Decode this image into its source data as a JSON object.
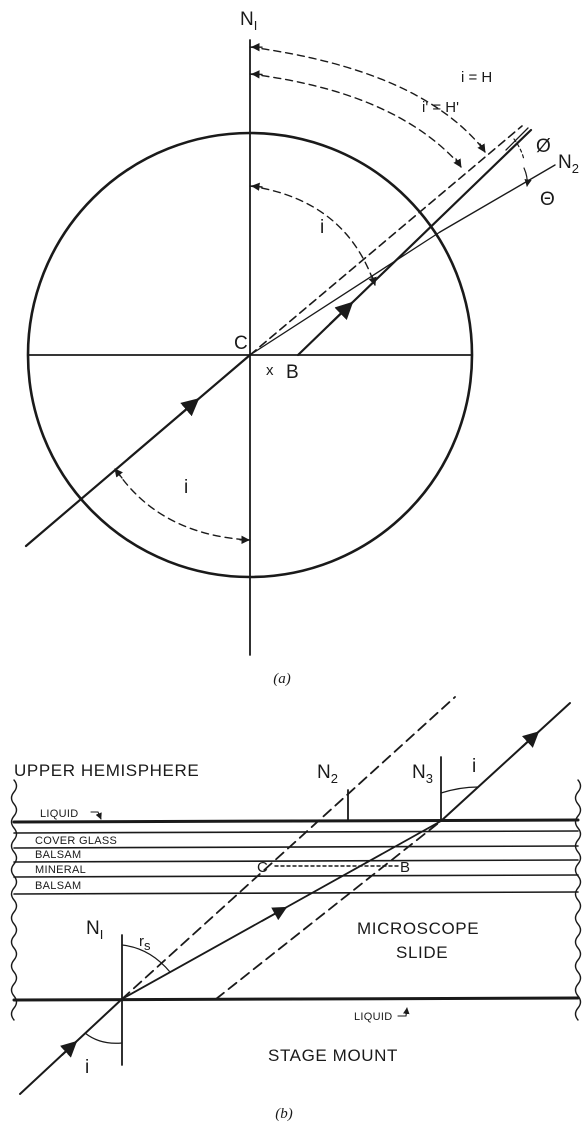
{
  "panel_a": {
    "label_N1": "N",
    "label_N1_sub": "I",
    "label_N2": "N",
    "label_N2_sub": "2",
    "label_iH": "i = H",
    "label_iH_prime": "i' = H'",
    "label_phi": "Ø",
    "label_theta": "Θ",
    "label_i_upper": "i",
    "label_i_lower": "i",
    "label_C": "C",
    "label_x": "x",
    "label_B": "B",
    "caption": "(a)"
  },
  "panel_b": {
    "label_N1": "N",
    "label_N1_sub": "I",
    "label_N2": "N",
    "label_N2_sub": "2",
    "label_N3": "N",
    "label_N3_sub": "3",
    "label_i_top": "i",
    "label_i_bottom": "i",
    "label_rs": "r",
    "label_rs_sub": "s",
    "label_C": "C",
    "label_B": "B",
    "upper_hemisphere": "UPPER HEMISPHERE",
    "layers": [
      "LIQUID",
      "COVER GLASS",
      "BALSAM",
      "MINERAL",
      "BALSAM"
    ],
    "microscope_slide_line1": "MICROSCOPE",
    "microscope_slide_line2": "SLIDE",
    "liquid_bottom": "LIQUID",
    "stage_mount": "STAGE MOUNT",
    "caption": "(b)"
  },
  "colors": {
    "ink": "#1a1a1a",
    "background": "#ffffff"
  }
}
